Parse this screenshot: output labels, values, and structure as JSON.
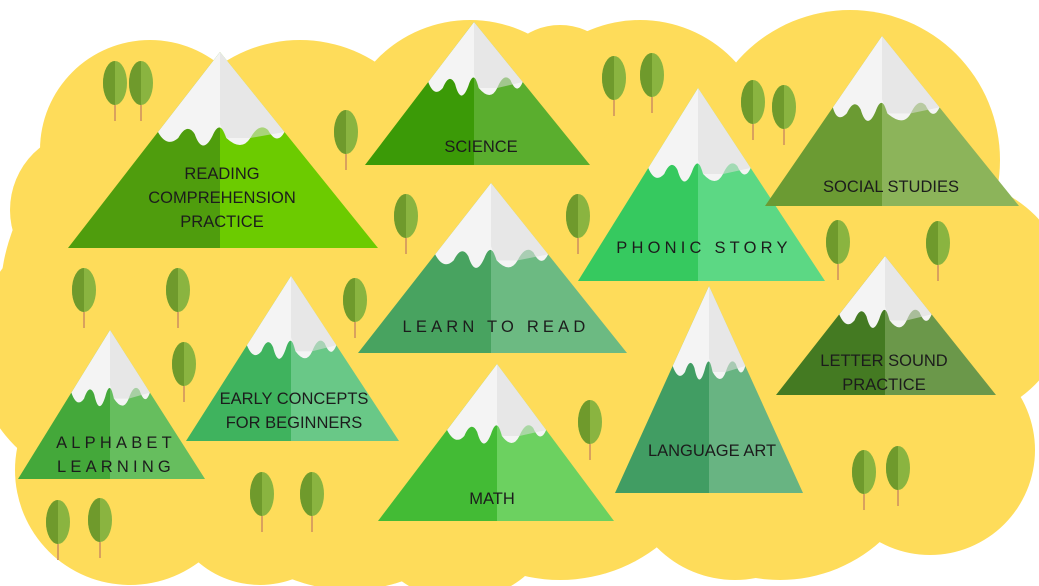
{
  "colors": {
    "background": "#fedc5a",
    "snow": "#f4f4f4",
    "snow_shade": "#dcdcdc",
    "tree_light": "#8ab440",
    "tree_dark": "#6f9a2c",
    "trunk": "#d9a15e",
    "label_text": "#1c1c1c"
  },
  "mountains": [
    {
      "id": "reading-comprehension",
      "lines": [
        "READING",
        "COMPREHENSION",
        "PRACTICE"
      ],
      "color_left": "#4f9d0d",
      "color_right": "#6ccb00"
    },
    {
      "id": "science",
      "lines": [
        "SCIENCE"
      ],
      "color_left": "#3b9a07",
      "color_right": "#5aae2e"
    },
    {
      "id": "phonic-story",
      "lines": [
        "PHONIC STORY"
      ],
      "color_left": "#36c95f",
      "color_right": "#5cd884"
    },
    {
      "id": "social-studies",
      "lines": [
        "SOCIAL STUDIES"
      ],
      "color_left": "#6b9b33",
      "color_right": "#8cb45a"
    },
    {
      "id": "learn-to-read",
      "lines": [
        "LEARN TO READ"
      ],
      "color_left": "#48a360",
      "color_right": "#6cba82"
    },
    {
      "id": "early-concepts",
      "lines": [
        "EARLY CONCEPTS",
        "FOR BEGINNERS"
      ],
      "color_left": "#3fb35e",
      "color_right": "#69c887"
    },
    {
      "id": "alphabet-learning",
      "lines": [
        "ALPHABET",
        "LEARNING"
      ],
      "color_left": "#44a83a",
      "color_right": "#66be5e"
    },
    {
      "id": "math",
      "lines": [
        "MATH"
      ],
      "color_left": "#43bb35",
      "color_right": "#6cd160"
    },
    {
      "id": "language-art",
      "lines": [
        "LANGUAGE ART"
      ],
      "color_left": "#419d63",
      "color_right": "#68b482"
    },
    {
      "id": "letter-sound",
      "lines": [
        "LETTER SOUND",
        "PRACTICE"
      ],
      "color_left": "#447a22",
      "color_right": "#6b984a"
    }
  ]
}
